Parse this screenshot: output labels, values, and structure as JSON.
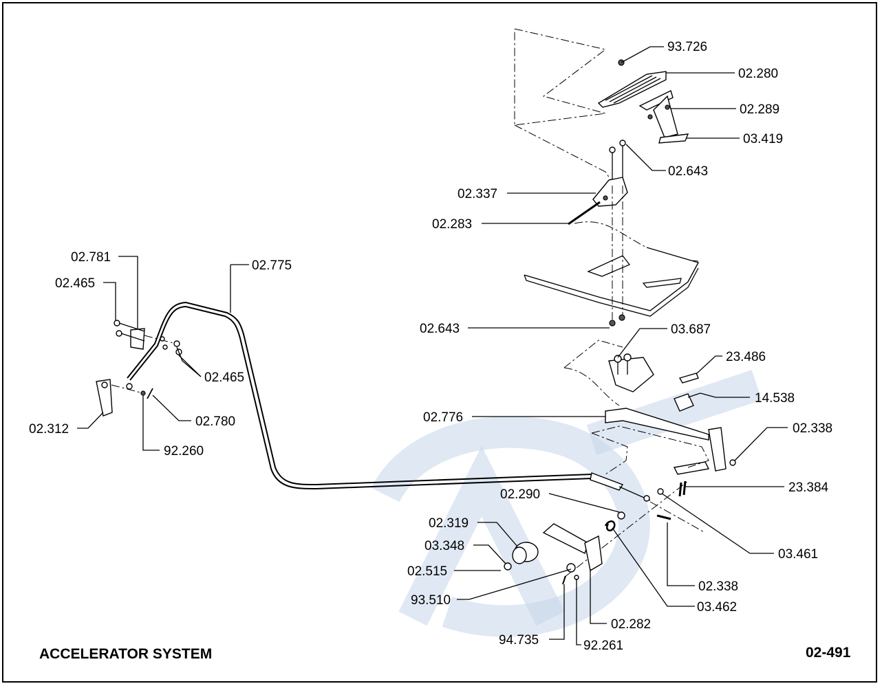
{
  "title": "ACCELERATOR SYSTEM",
  "page_number": "02-491",
  "labels": {
    "p93726": "93.726",
    "p02280": "02.280",
    "p02289": "02.289",
    "p03419": "03.419",
    "p02643a": "02.643",
    "p02337": "02.337",
    "p02283": "02.283",
    "p02775": "02.775",
    "p02781": "02.781",
    "p02465a": "02.465",
    "p02643b": "02.643",
    "p03687": "03.687",
    "p23486": "23.486",
    "p02465b": "02.465",
    "p14538": "14.538",
    "p02780": "02.780",
    "p02312": "02.312",
    "p02776": "02.776",
    "p02338a": "02.338",
    "p92260": "92.260",
    "p23384": "23.384",
    "p02290": "02.290",
    "p02319": "02.319",
    "p03461": "03.461",
    "p03348": "03.348",
    "p02515": "02.515",
    "p02338b": "02.338",
    "p93510": "93.510",
    "p03462": "03.462",
    "p02282": "02.282",
    "p94735": "94.735",
    "p92261": "92.261"
  },
  "colors": {
    "line": "#000000",
    "watermark": "#c5d6ea"
  }
}
